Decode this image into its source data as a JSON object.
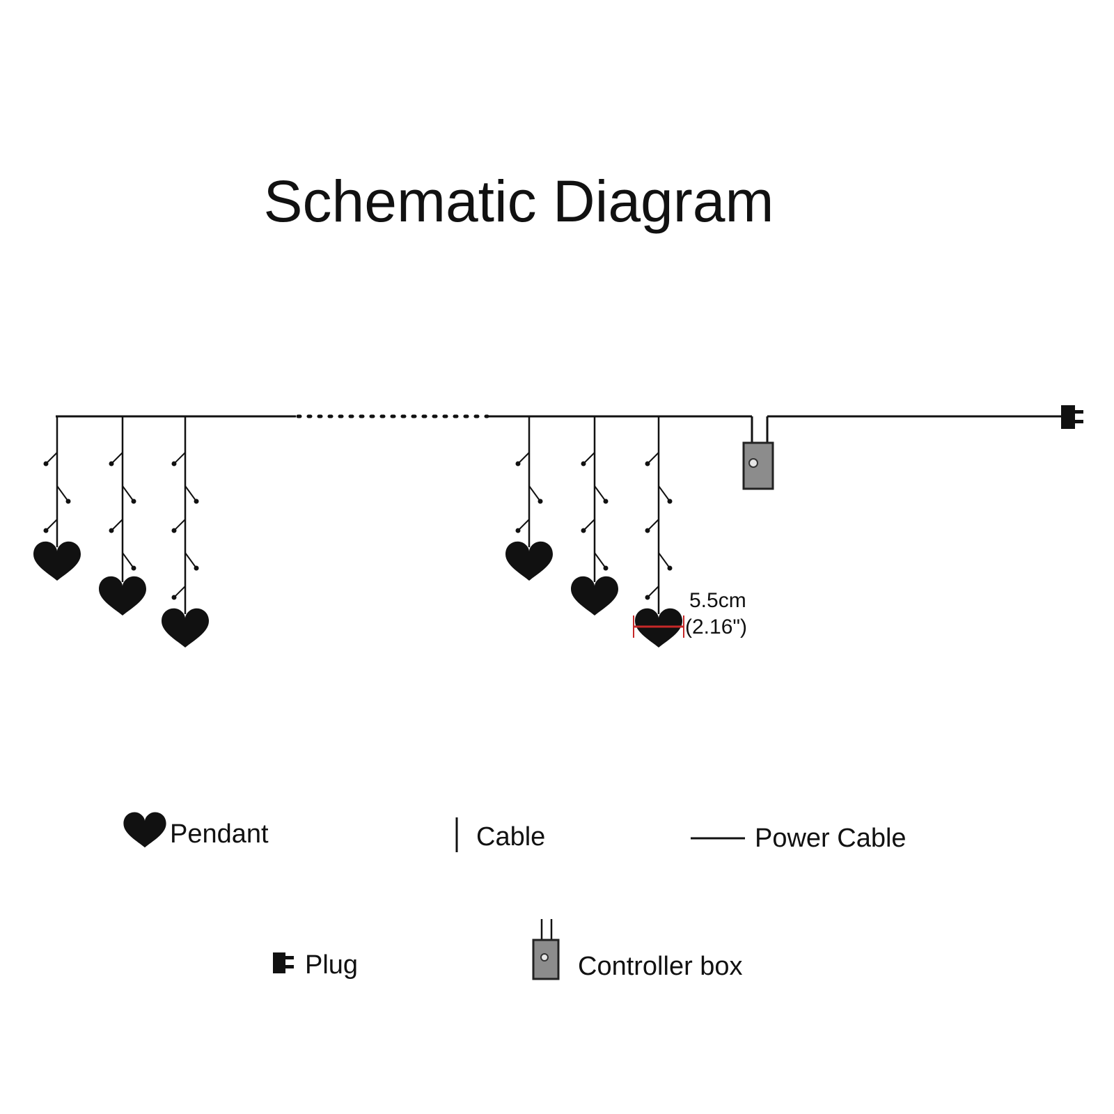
{
  "title": "Schematic Diagram",
  "dimension": {
    "metric": "5.5cm",
    "imperial": "(2.16\")"
  },
  "legend": {
    "pendant": {
      "label": "Pendant",
      "icon": "heart-icon"
    },
    "cable": {
      "label": "Cable",
      "icon": "vertical-line-icon"
    },
    "power_cable": {
      "label": "Power Cable",
      "icon": "horizontal-line-icon"
    },
    "plug": {
      "label": "Plug",
      "icon": "plug-icon"
    },
    "controller_box": {
      "label": "Controller box",
      "icon": "controller-box-icon"
    }
  },
  "colors": {
    "line": "#111111",
    "controller_fill": "#8c8c8c",
    "dimension_marker": "#c62828"
  }
}
